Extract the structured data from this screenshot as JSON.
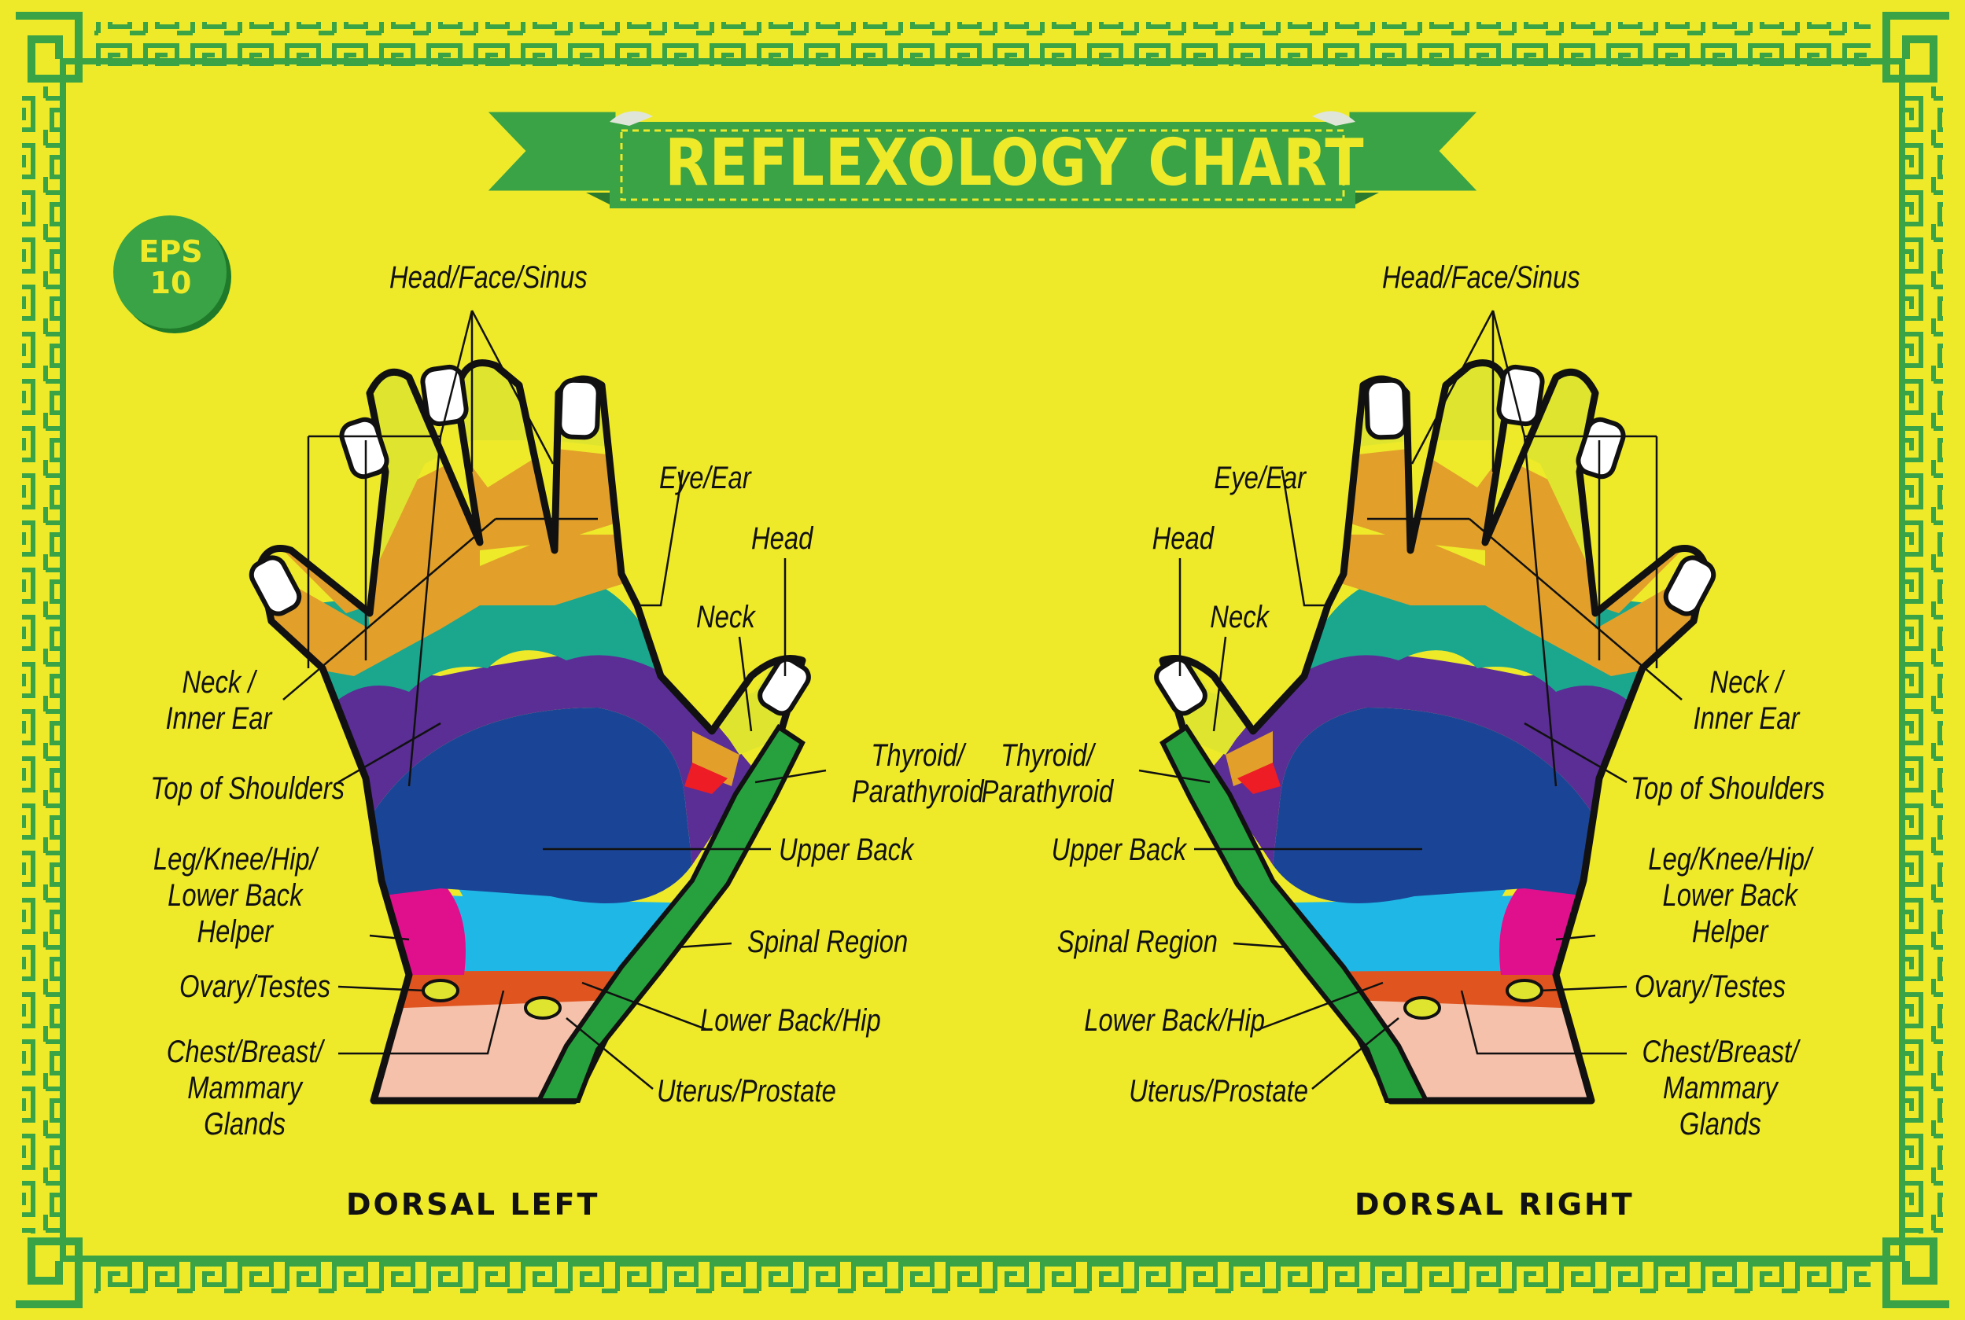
{
  "title": "REFLEXOLOGY CHART",
  "badge": "EPS\n10",
  "colors": {
    "background": "#eeea2a",
    "border_green": "#3aa345",
    "banner_green": "#3aa345",
    "fingertip": "#dfe52e",
    "phalanx": "#e2a02a",
    "neck": "#1aa78e",
    "shoulders": "#5a2e95",
    "upper_back": "#1a4597",
    "lower_back": "#1fb8e6",
    "leg_helper": "#e0108d",
    "chest_band": "#e0541f",
    "wrist": "#f5c1aa",
    "spine": "#27a13e",
    "thyroid": "#ee1c25"
  },
  "left_hand": {
    "caption": "DORSAL LEFT",
    "labels": {
      "head_face_sinus": "Head/Face/Sinus",
      "eye_ear": "Eye/Ear",
      "head": "Head",
      "neck": "Neck",
      "neck_inner_ear": "Neck /\nInner Ear",
      "top_of_shoulders": "Top of Shoulders",
      "thyroid": "Thyroid/\nParathyroid",
      "upper_back": "Upper Back",
      "leg_helper": "Leg/Knee/Hip/\nLower Back Helper",
      "spinal_region": "Spinal Region",
      "ovary_testes": "Ovary/Testes",
      "lower_back_hip": "Lower Back/Hip",
      "chest_breast": "Chest/Breast/\nMammary Glands",
      "uterus_prostate": "Uterus/Prostate"
    }
  },
  "right_hand": {
    "caption": "DORSAL RIGHT",
    "labels": {
      "head_face_sinus": "Head/Face/Sinus",
      "eye_ear": "Eye/Ear",
      "head": "Head",
      "neck": "Neck",
      "neck_inner_ear": "Neck /\nInner Ear",
      "top_of_shoulders": "Top of Shoulders",
      "thyroid": "Thyroid/\nParathyroid",
      "upper_back": "Upper Back",
      "leg_helper": "Leg/Knee/Hip/\nLower Back Helper",
      "spinal_region": "Spinal Region",
      "ovary_testes": "Ovary/Testes",
      "lower_back_hip": "Lower Back/Hip",
      "chest_breast": "Chest/Breast/\nMammary Glands",
      "uterus_prostate": "Uterus/Prostate"
    }
  }
}
